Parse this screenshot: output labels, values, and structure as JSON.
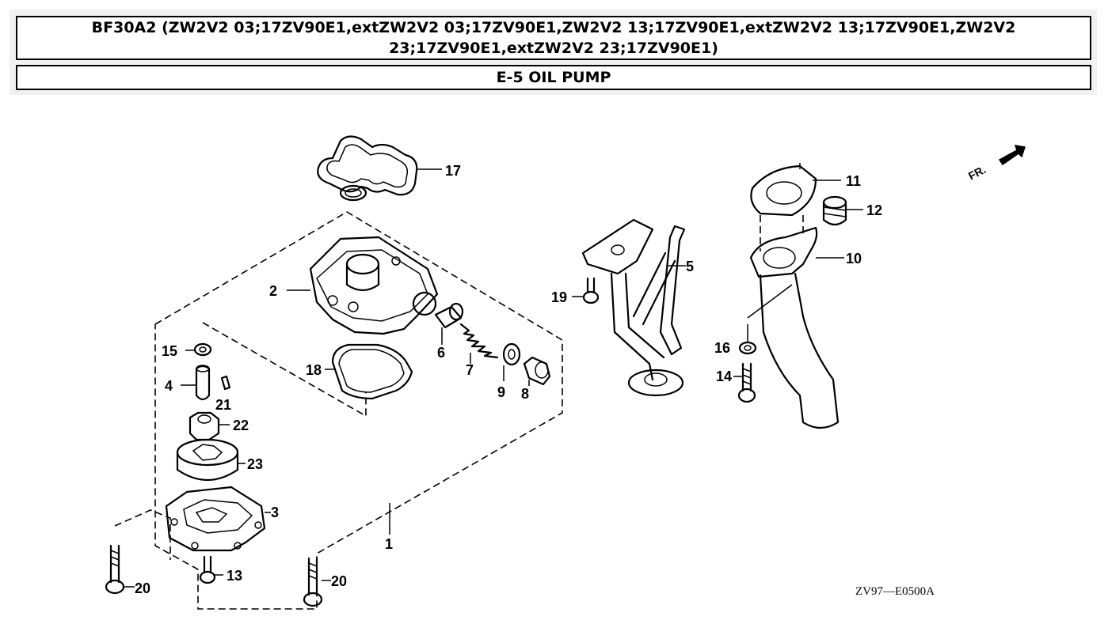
{
  "header": {
    "model_title": "BF30A2 (ZW2V2 03;17ZV90E1,extZW2V2 03;17ZV90E1,ZW2V2 13;17ZV90E1,extZW2V2 13;17ZV90E1,ZW2V2 23;17ZV90E1,extZW2V2 23;17ZV90E1)",
    "section_title": "E-5 OIL PUMP"
  },
  "diagram": {
    "drawing_code": "ZV97—E0500A",
    "direction_label": "FR.",
    "callouts": [
      "1",
      "2",
      "3",
      "4",
      "5",
      "6",
      "7",
      "8",
      "9",
      "10",
      "11",
      "12",
      "13",
      "14",
      "15",
      "16",
      "17",
      "18",
      "19",
      "20",
      "20",
      "21",
      "22",
      "23"
    ]
  }
}
